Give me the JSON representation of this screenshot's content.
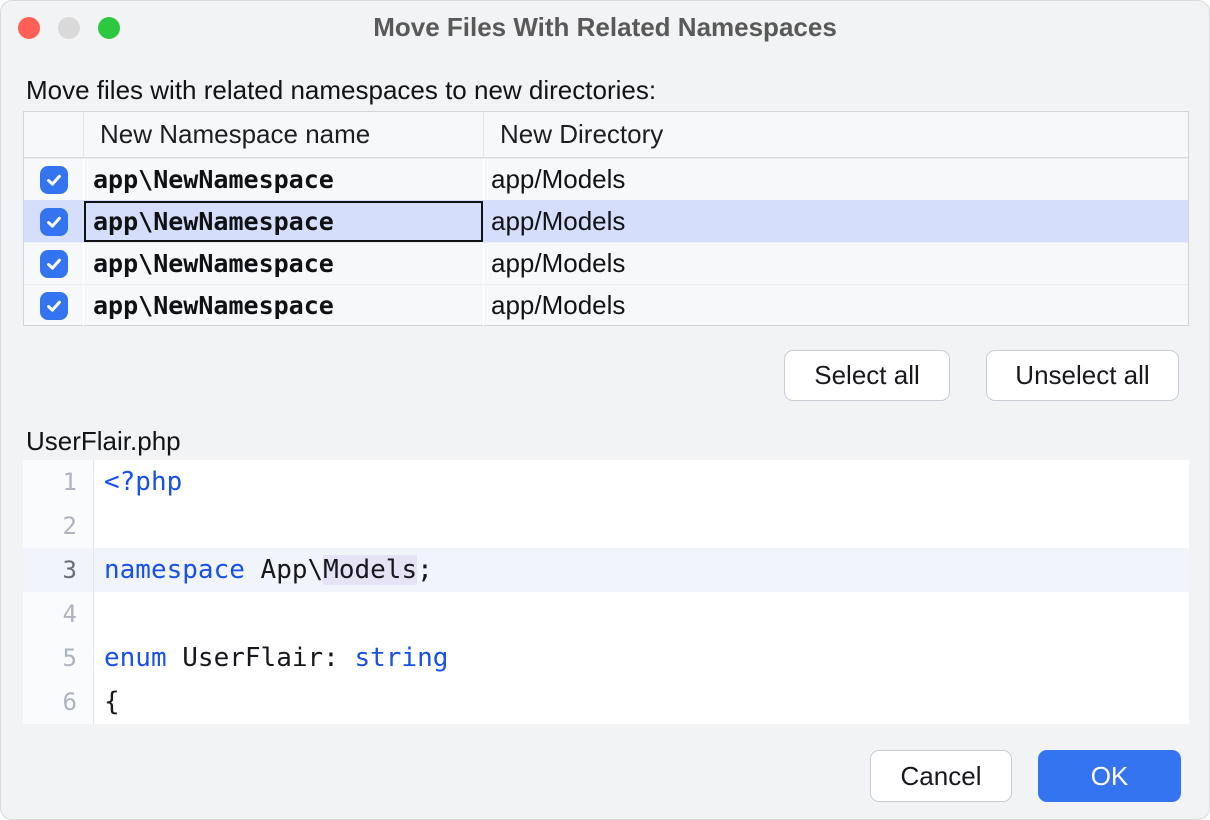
{
  "window": {
    "title": "Move Files With Related Namespaces",
    "traffic_lights": {
      "close": "#ff5f57",
      "minimize_disabled": "#d9d9d9",
      "zoom": "#2bc840"
    }
  },
  "intro_label": "Move files with related namespaces to new directories:",
  "table": {
    "columns": {
      "checkbox": "",
      "namespace": "New Namespace name",
      "directory": "New Directory"
    },
    "rows": [
      {
        "checked": true,
        "namespace": "app\\NewNamespace",
        "directory": "app/Models",
        "selected": false
      },
      {
        "checked": true,
        "namespace": "app\\NewNamespace",
        "directory": "app/Models",
        "selected": true
      },
      {
        "checked": true,
        "namespace": "app\\NewNamespace",
        "directory": "app/Models",
        "selected": false
      },
      {
        "checked": true,
        "namespace": "app\\NewNamespace",
        "directory": "app/Models",
        "selected": false
      }
    ]
  },
  "selection_buttons": {
    "select_all": "Select all",
    "unselect_all": "Unselect all"
  },
  "preview": {
    "filename": "UserFlair.php",
    "code_lines": [
      {
        "number": "1",
        "current": false,
        "tokens": [
          {
            "t": "<?php",
            "c": "keyword"
          }
        ]
      },
      {
        "number": "2",
        "current": false,
        "tokens": []
      },
      {
        "number": "3",
        "current": true,
        "tokens": [
          {
            "t": "namespace ",
            "c": "keyword"
          },
          {
            "t": "App\\",
            "c": "plain"
          },
          {
            "t": "Models",
            "c": "plain-highlight"
          },
          {
            "t": ";",
            "c": "plain"
          }
        ]
      },
      {
        "number": "4",
        "current": false,
        "tokens": []
      },
      {
        "number": "5",
        "current": false,
        "tokens": [
          {
            "t": "enum",
            "c": "keyword"
          },
          {
            "t": " UserFlair: ",
            "c": "plain"
          },
          {
            "t": "string",
            "c": "keyword"
          }
        ]
      },
      {
        "number": "6",
        "current": false,
        "tokens": [
          {
            "t": "{",
            "c": "plain"
          }
        ]
      }
    ]
  },
  "dialog_buttons": {
    "cancel": "Cancel",
    "ok": "OK"
  },
  "colors": {
    "accent_blue": "#3574f0",
    "selected_row": "#d5dffb",
    "keyword_blue": "#1750eb",
    "identifier_highlight": "#e7e3f6",
    "dialog_background": "#f2f3f5",
    "focus_border": "#111215"
  }
}
